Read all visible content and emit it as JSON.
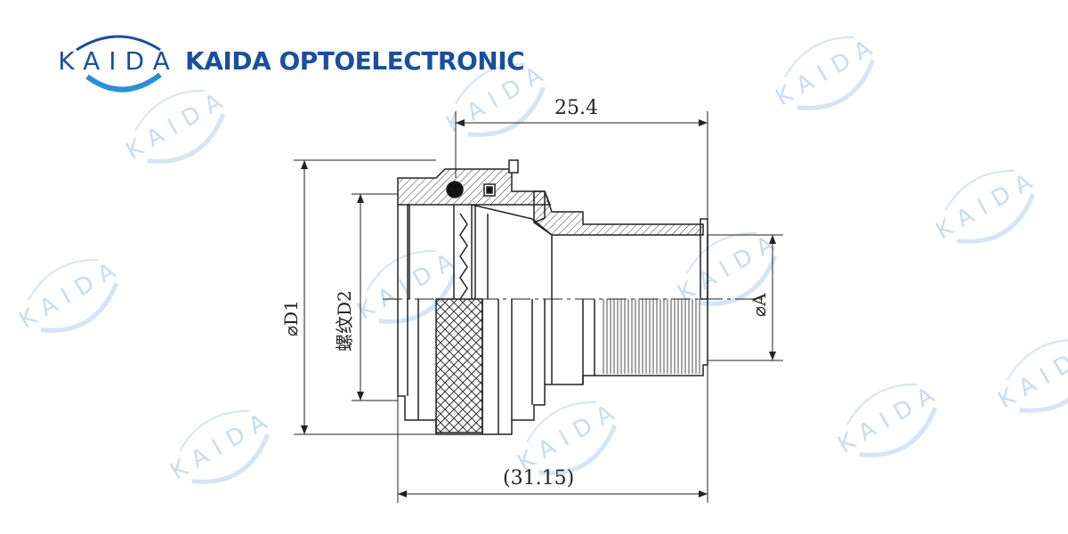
{
  "brand": {
    "logo_text": "KAIDA",
    "name": "KAIDA OPTOELECTRONIC",
    "color": "#1b4f9e",
    "watermark_text": "KAIDA",
    "watermark_color": "#c9dcf0"
  },
  "drawing": {
    "dim_length_top": "25.4",
    "dim_length_bottom": "(31.15)",
    "dim_outer_diameter": "⌀D1",
    "dim_thread": "螺纹D2",
    "dim_bore": "⌀A",
    "line_color": "#222222"
  }
}
